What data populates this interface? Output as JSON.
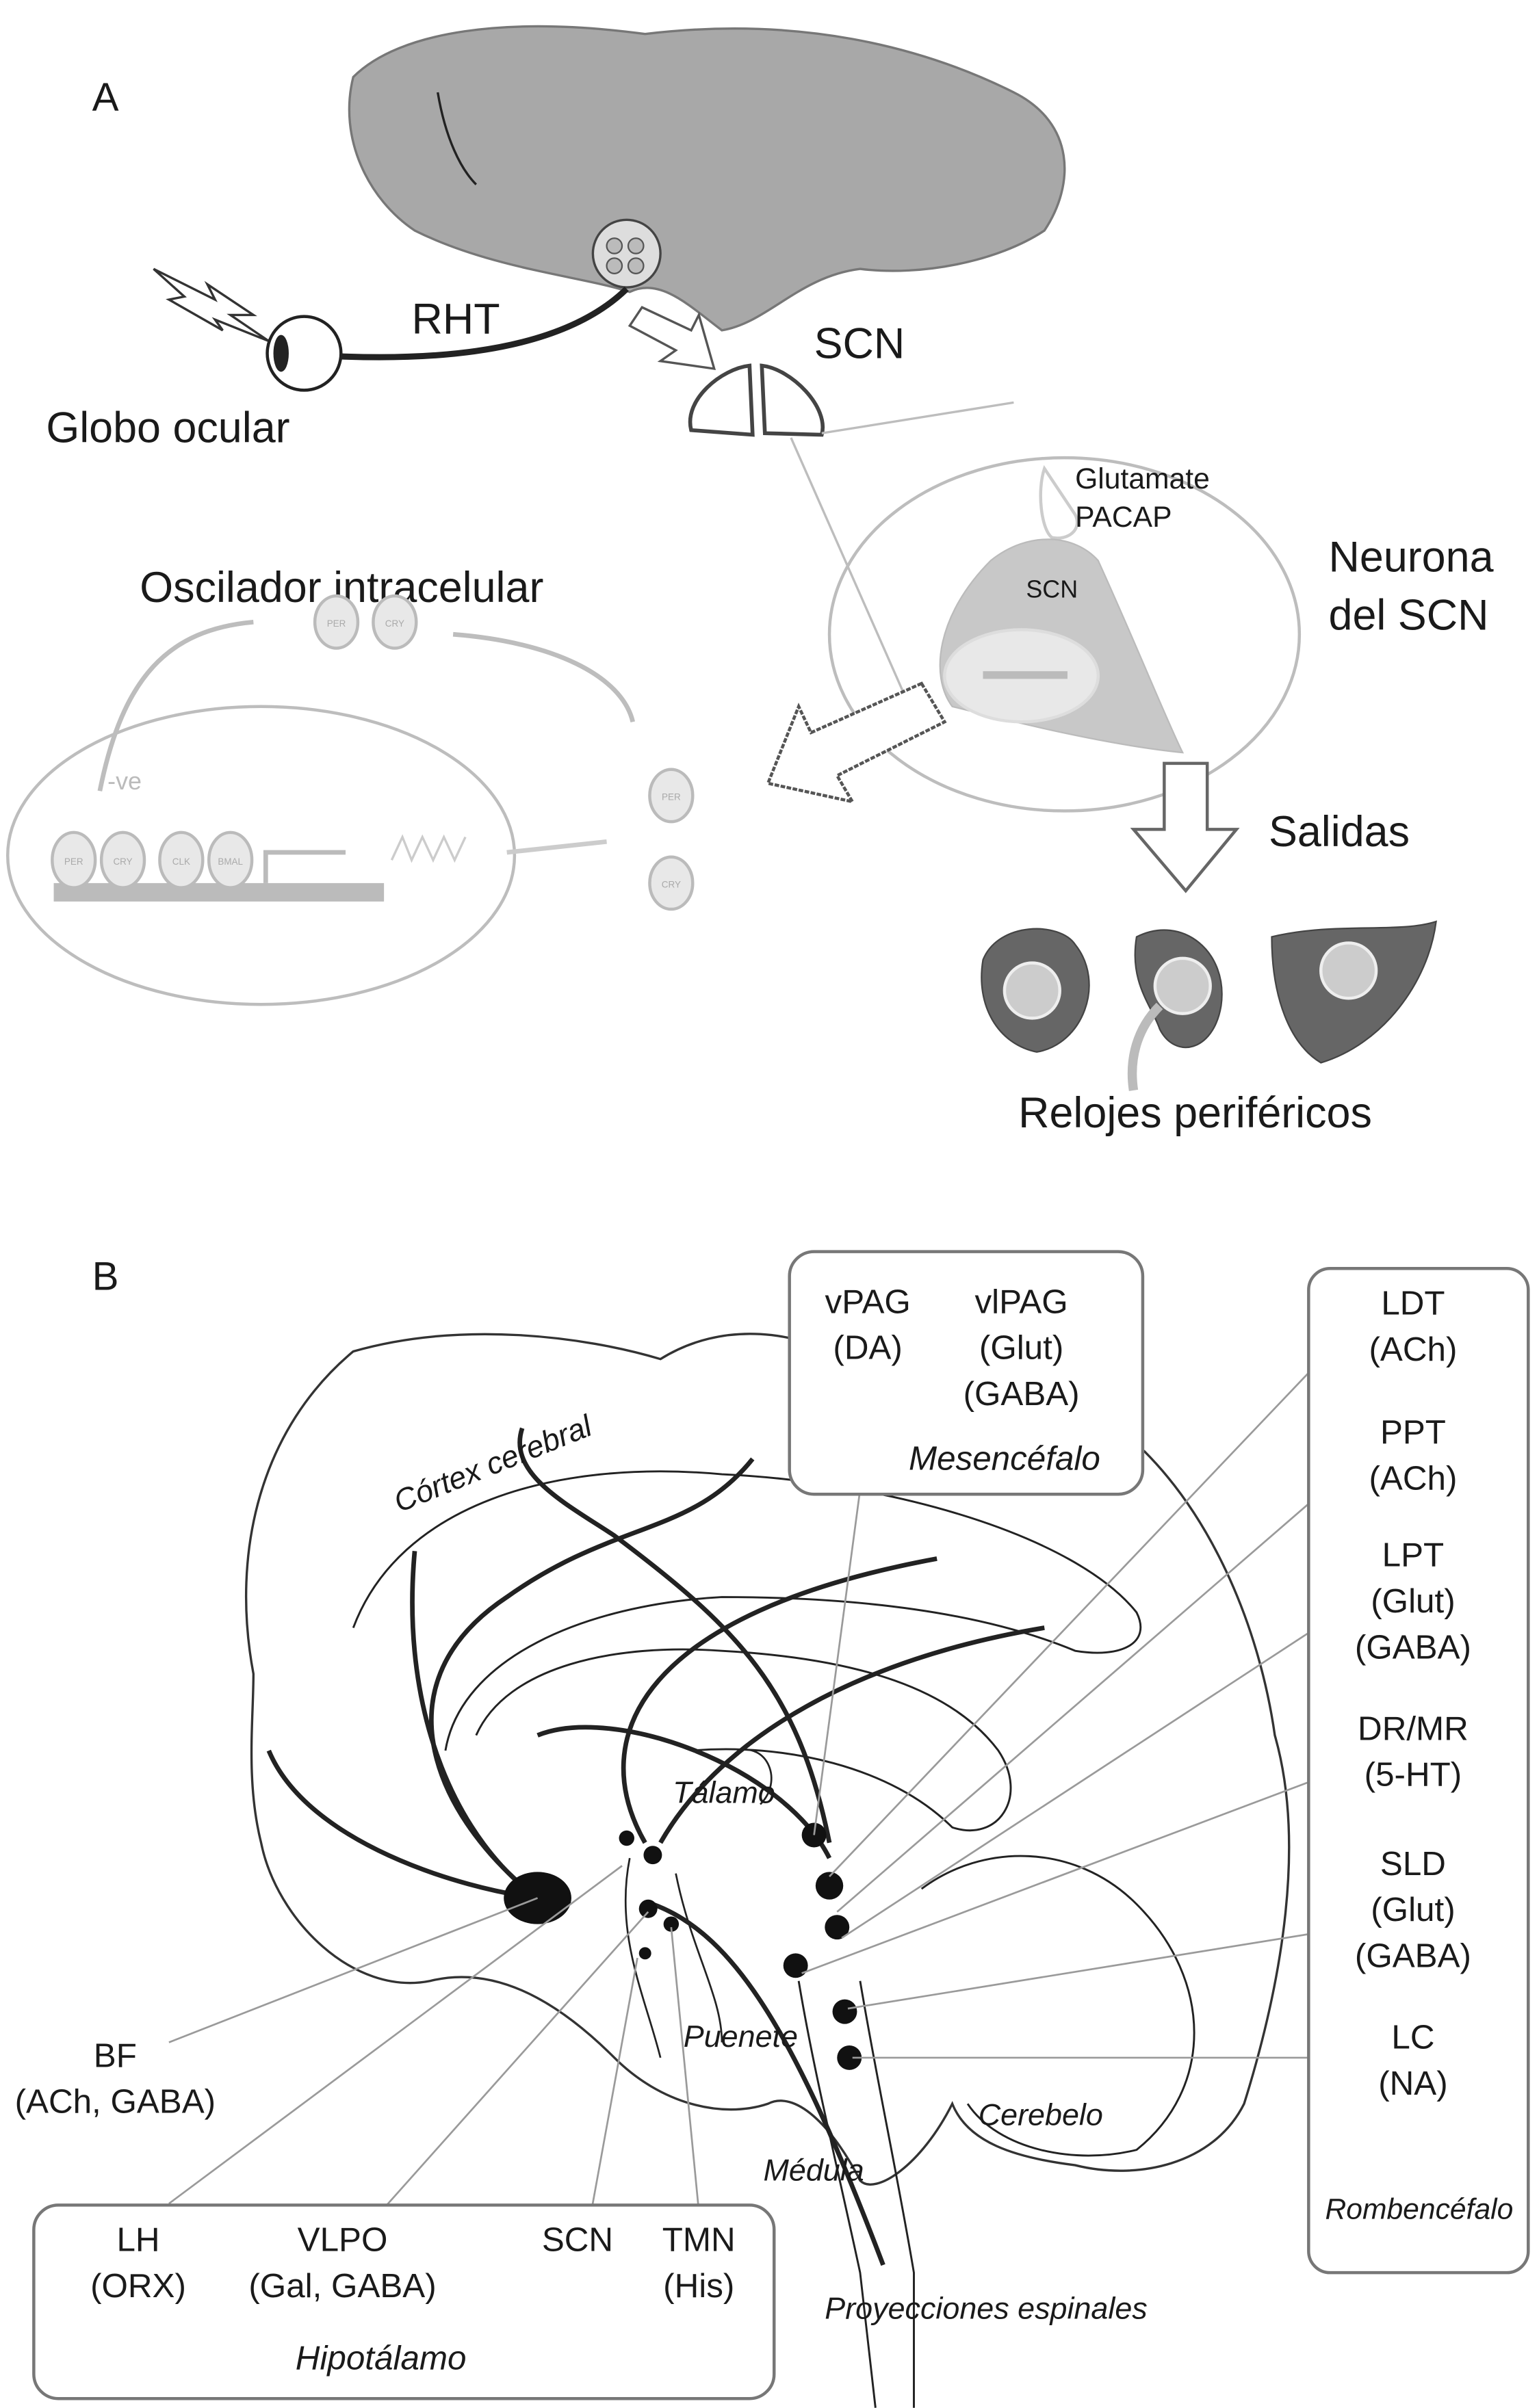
{
  "panel_a": {
    "letter": "A",
    "rht": "RHT",
    "scn": "SCN",
    "globo_ocular": "Globo ocular",
    "glutamate": "Glutamate",
    "pacap": "PACAP",
    "neuron_scn": "SCN",
    "neurona_line1": "Neurona",
    "neurona_line2": "del SCN",
    "oscilador": "Oscilador intracelular",
    "neg": "-ve",
    "proteins": {
      "per": "PER",
      "cry": "CRY",
      "clk": "CLK",
      "bmal": "BMAL"
    },
    "salidas": "Salidas",
    "relojes": "Relojes periféricos"
  },
  "panel_b": {
    "letter": "B",
    "cortex": "Córtex cerebral",
    "talamo": "Tálamo",
    "puenete": "Puenete",
    "medula": "Médula",
    "cerebelo": "Cerebelo",
    "proyecciones": "Proyecciones espinales",
    "mesencefalo": {
      "title": "Mesencéfalo",
      "vpag": [
        "vPAG",
        "(DA)"
      ],
      "vlpag": [
        "vlPAG",
        "(Glut)",
        "(GABA)"
      ]
    },
    "rombencefalo": {
      "title": "Rombencéfalo",
      "items": [
        [
          "LDT",
          "(ACh)"
        ],
        [
          "PPT",
          "(ACh)"
        ],
        [
          "LPT",
          "(Glut)",
          "(GABA)"
        ],
        [
          "DR/MR",
          "(5-HT)"
        ],
        [
          "SLD",
          "(Glut)",
          "(GABA)"
        ],
        [
          "LC",
          "(NA)"
        ]
      ]
    },
    "bf": [
      "BF",
      "(ACh, GABA)"
    ],
    "hipotalamo": {
      "title": "Hipotálamo",
      "items": [
        [
          "LH",
          "(ORX)"
        ],
        [
          "VLPO",
          "(Gal, GABA)"
        ],
        [
          "SCN"
        ],
        [
          "TMN",
          "(His)"
        ]
      ]
    }
  },
  "colors": {
    "brain_fill": "#a8a8a8",
    "organ_fill": "#666666",
    "text": "#1a1a1a"
  }
}
